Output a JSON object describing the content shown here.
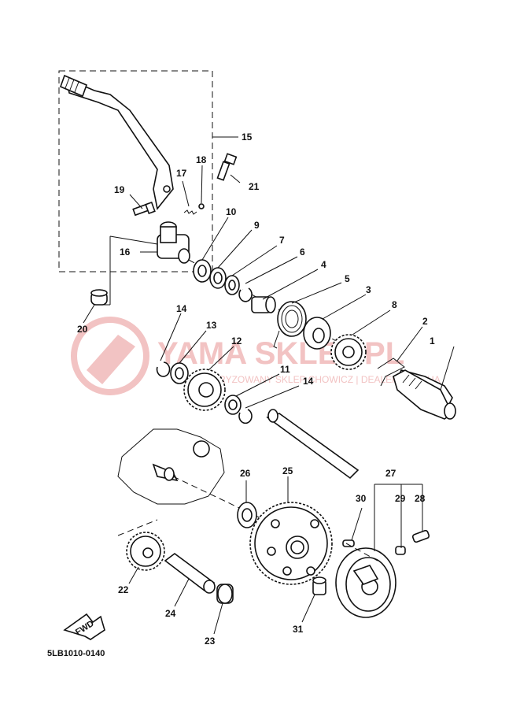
{
  "diagram_code": "5LB1010-0140",
  "watermark": {
    "text": "YAMA SKLEP.PL",
    "subtext": "AUTORYZOWANY SKLEP CHOWICZ | DEALER YAMAHA",
    "color": "#f2c3c3"
  },
  "fwd_label": "FWD",
  "callouts": {
    "c1": "1",
    "c2": "2",
    "c3": "3",
    "c4": "4",
    "c5": "5",
    "c6": "6",
    "c7": "7",
    "c8": "8",
    "c9": "9",
    "c10": "10",
    "c11": "11",
    "c12": "12",
    "c13": "13",
    "c14a": "14",
    "c14b": "14",
    "c15": "15",
    "c16": "16",
    "c17": "17",
    "c18": "18",
    "c19": "19",
    "c20": "20",
    "c21": "21",
    "c22": "22",
    "c23": "23",
    "c24": "24",
    "c25": "25",
    "c26": "26",
    "c27": "27",
    "c28": "28",
    "c29": "29",
    "c30": "30",
    "c31": "31"
  }
}
